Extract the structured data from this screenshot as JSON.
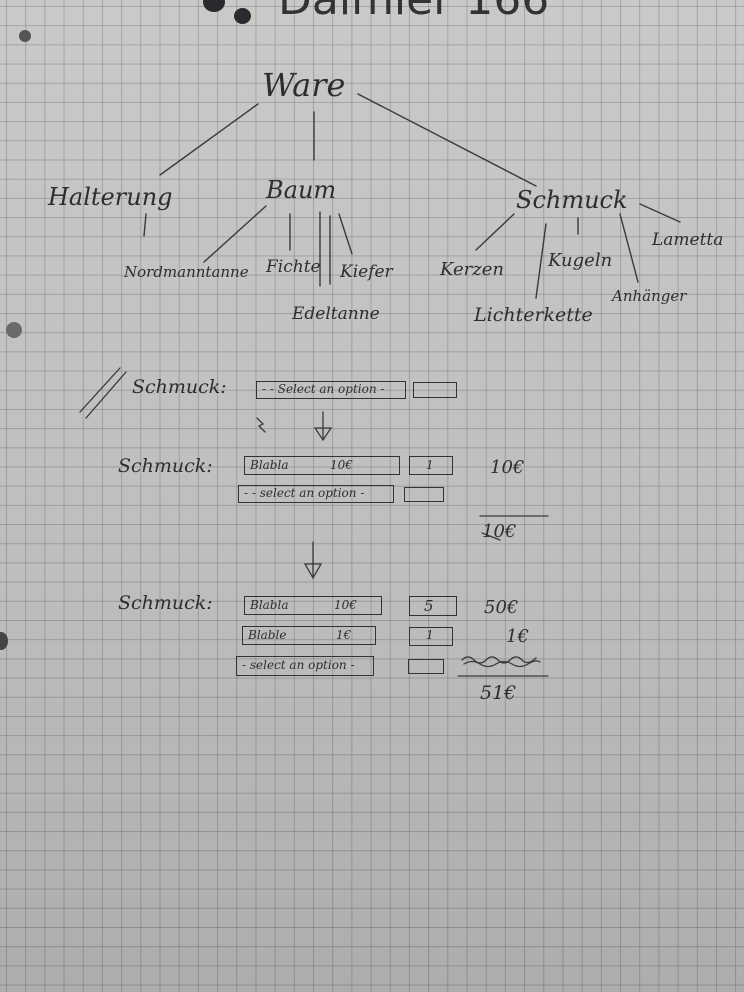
{
  "header_text": "Daimler 166",
  "tree": {
    "root": "Ware",
    "level1": [
      "Halterung",
      "Baum",
      "Schmuck"
    ],
    "baum_children": [
      "Nordmanntanne",
      "Fichte",
      "Kiefer",
      "Edeltanne"
    ],
    "schmuck_children": [
      "Kerzen",
      "Lichterkette",
      "Kugeln",
      "Anhänger",
      "Lametta"
    ]
  },
  "mockups": {
    "step1": {
      "label": "Schmuck:",
      "select_placeholder": "- - Select an option -",
      "qty": ""
    },
    "step2": {
      "label": "Schmuck:",
      "row1_item": "Blabla",
      "row1_price": "10€",
      "row1_qty": "1",
      "row1_total": "10€",
      "select_placeholder": "- - select an option -",
      "crossed_subtotal": "10€"
    },
    "step3": {
      "label": "Schmuck:",
      "row1_item": "Blabla",
      "row1_price": "10€",
      "row1_qty": "5",
      "row1_total": "50€",
      "row2_item": "Blable",
      "row2_price": "1€",
      "row2_qty": "1",
      "row2_total": "1€",
      "select_placeholder": "- select an option -",
      "sum": "51€"
    }
  }
}
